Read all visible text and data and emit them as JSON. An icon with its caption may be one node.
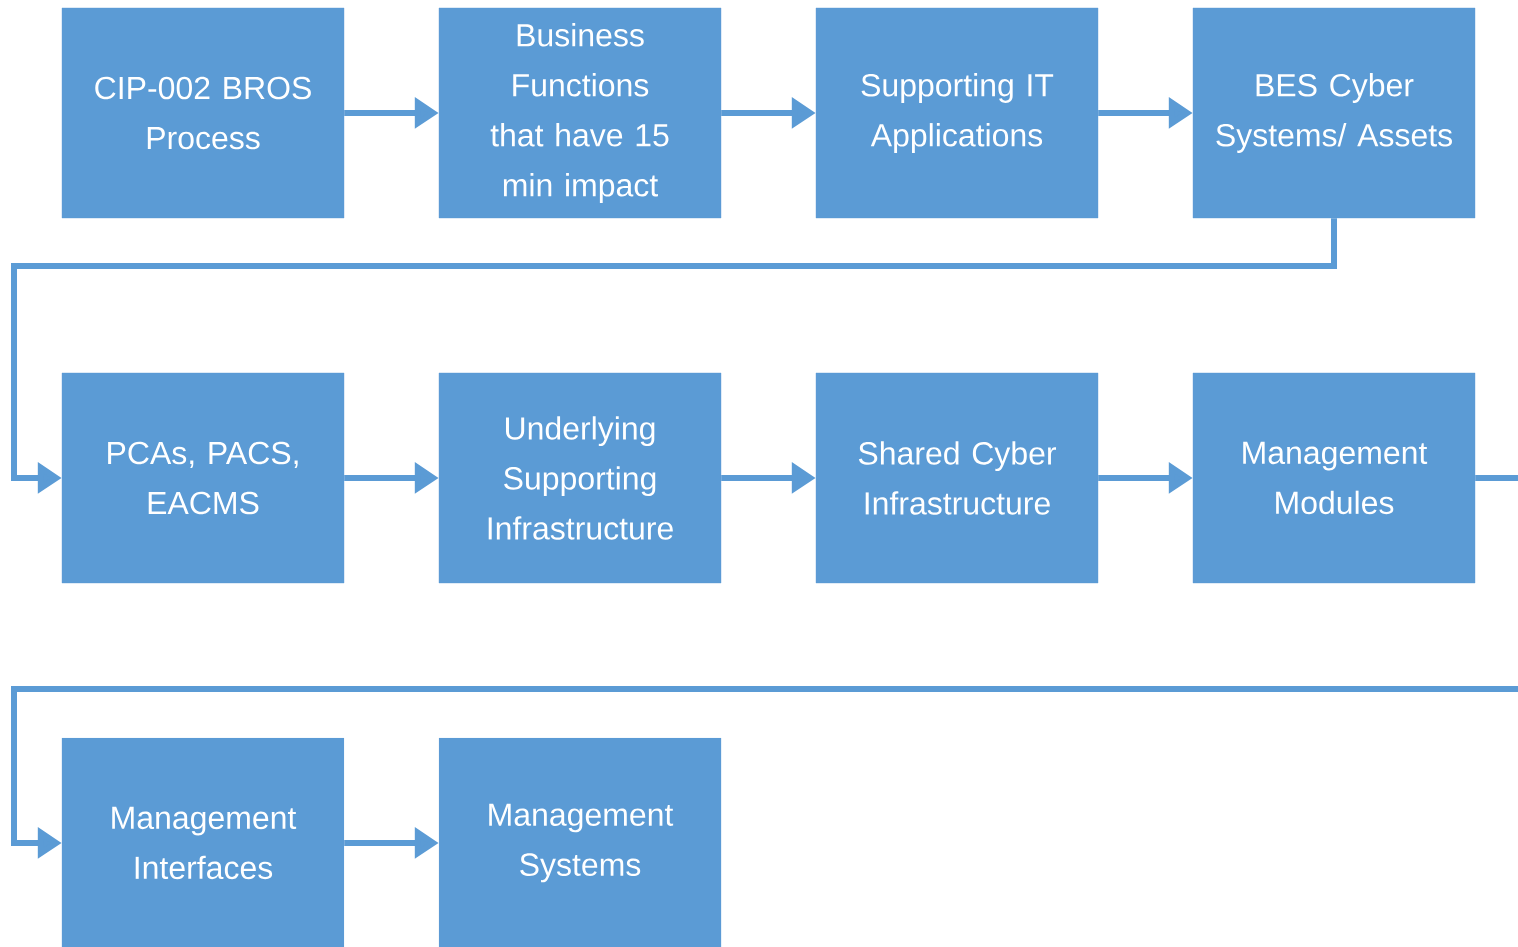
{
  "diagram": {
    "nodes": [
      {
        "text": [
          "CIP-002 BROS Process"
        ]
      },
      {
        "text": [
          "Business Functions that have 15 min impact"
        ]
      },
      {
        "text": [
          "Supporting IT Applications"
        ]
      },
      {
        "text": [
          "BES Cyber Systems/ Assets"
        ]
      },
      {
        "text": [
          "PCAs, PACS, EACMS"
        ]
      },
      {
        "text": [
          "Underlying Supporting Infrastructure"
        ]
      },
      {
        "text": [
          "Shared Cyber Infrastructure"
        ]
      },
      {
        "text": [
          "Management Modules"
        ]
      },
      {
        "text": [
          "Management Interfaces"
        ]
      },
      {
        "text": [
          "Management Systems"
        ]
      }
    ],
    "edges": [
      {
        "from": 0,
        "to": 1,
        "arrow": "to"
      },
      {
        "from": 1,
        "to": 2,
        "arrow": "to"
      },
      {
        "from": 2,
        "to": 3,
        "arrow": "to"
      },
      {
        "from": 3,
        "to": 4,
        "arrow": "to"
      },
      {
        "from": 4,
        "to": 5,
        "arrow": "to"
      },
      {
        "from": 5,
        "to": 6,
        "arrow": "to"
      },
      {
        "from": 6,
        "to": 7,
        "arrow": "to"
      },
      {
        "from": 7,
        "to": 8,
        "arrow": "to"
      },
      {
        "from": 8,
        "to": 9,
        "arrow": "to"
      }
    ]
  }
}
